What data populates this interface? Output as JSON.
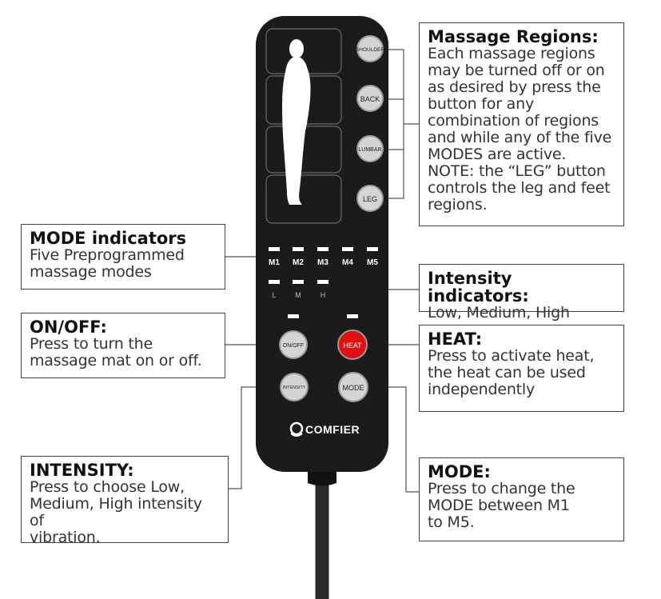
{
  "callouts": {
    "massage_regions": {
      "title": "Massage Regions:",
      "body": "Each massage regions\nmay be turned off or on\nas desired by press the\nbutton for any\ncombination of regions\nand while any of the five\nMODES are active.\nNOTE:  the “LEG” button\ncontrols  the leg and feet\nregions."
    },
    "mode_indicators": {
      "title": "MODE indicators",
      "body": "Five Preprogrammed\nmassage modes"
    },
    "intensity_indicators": {
      "title": "Intensity indicators:",
      "body": "Low, Medium, High"
    },
    "on_off": {
      "title": "ON/OFF:",
      "body": "Press to turn the\nmassage mat on or off."
    },
    "heat": {
      "title": "HEAT:",
      "body": "Press to activate heat,\nthe heat can be used\nindependently"
    },
    "intensity": {
      "title": "INTENSITY:",
      "body": "Press to choose Low,\nMedium, High intensity of\nvibration."
    },
    "mode": {
      "title": "MODE:",
      "body": "Press to change the\nMODE  between M1\nto M5."
    }
  },
  "remote": {
    "region_buttons": [
      "SHOULDER",
      "BACK",
      "LUMBAR",
      "LEG"
    ],
    "mode_labels": [
      "M1",
      "M2",
      "M3",
      "M4",
      "M5"
    ],
    "intensity_labels": [
      "L",
      "M",
      "H"
    ],
    "onoff_label": "ON/OFF",
    "heat_label": "HEAT",
    "intensity_button_label": "INTENSITY",
    "mode_button_label": "MODE",
    "brand": "COMFIER"
  },
  "colors": {
    "remote_body": "#1c1a1a",
    "button_face": "#d4d4d4",
    "heat_button": "#e01010",
    "indicator": "#ffffff"
  }
}
